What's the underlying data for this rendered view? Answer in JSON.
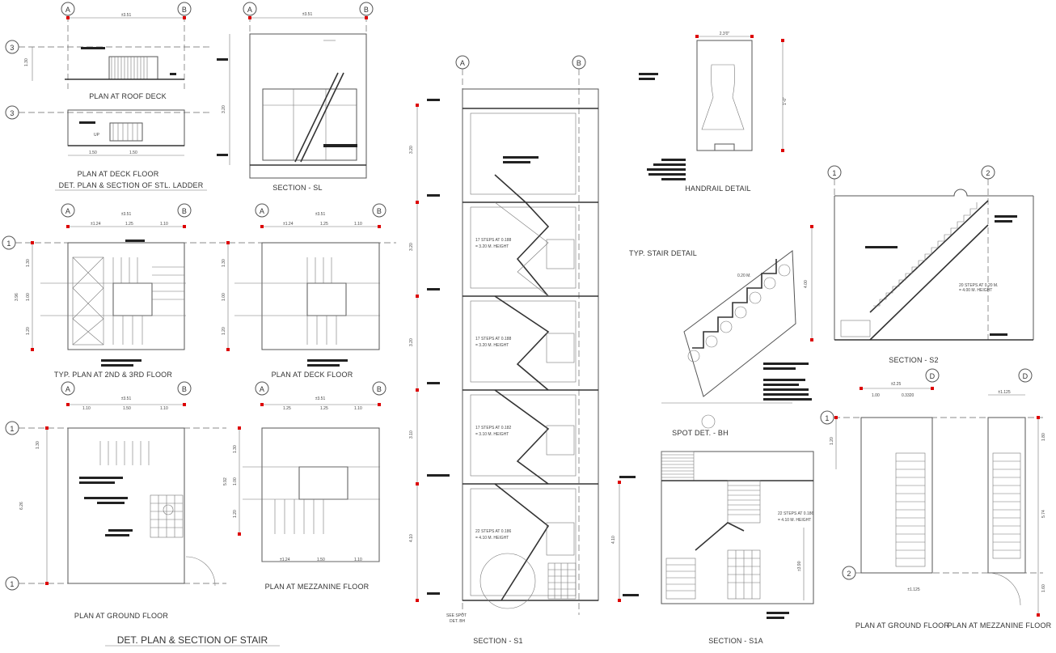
{
  "drawing_title": "DET. PLAN & SECTION OF STAIR",
  "grid_labels": {
    "a": "A",
    "b": "B",
    "d": "D",
    "one": "1",
    "two": "2",
    "three": "3"
  },
  "views": {
    "plan_roof_deck": "PLAN AT ROOF DECK",
    "plan_deck_floor_top": "PLAN AT DECK FLOOR",
    "ladder_caption": "DET. PLAN & SECTION OF STL. LADDER",
    "section_sl": "SECTION - SL",
    "typ_plan": "TYP. PLAN AT 2ND & 3RD FLOOR",
    "plan_deck_floor": "PLAN AT DECK FLOOR",
    "plan_ground_floor": "PLAN AT GROUND FLOOR",
    "plan_mezzanine_floor": "PLAN AT MEZZANINE FLOOR",
    "section_s1": "SECTION - S1",
    "section_s1a": "SECTION - S1A",
    "handrail_detail": "HANDRAIL DETAIL",
    "typ_stair_detail": "TYP. STAIR DETAIL",
    "spot_det": "SPOT DET. - BH",
    "section_s2": "SECTION - S2",
    "plan_ground_right": "PLAN AT GROUND FLOOR",
    "plan_mezz_right": "PLAN AT MEZZANINE FLOOR"
  },
  "notes": {
    "steps_1": "17 STEPS AT 0.188",
    "height_1": "= 3.20 M. HEIGHT",
    "steps_2": "17 STEPS AT 0.188",
    "height_2": "= 3.20 M. HEIGHT",
    "steps_3": "17 STEPS AT 0.182",
    "height_3": "= 3.10 M. HEIGHT",
    "steps_4": "22 STEPS AT 0.186",
    "height_4": "= 4.10 M. HEIGHT",
    "steps_s1a": "22 STEPS AT 0.186",
    "height_s1a": "= 4.10 M. HEIGHT",
    "steps_s2": "20 STEPS AT 0.20 M.",
    "height_s2": "= 4.00 M. HEIGHT",
    "see_spot": "SEE SPOT",
    "det_bh": "DET. BH",
    "up": "UP"
  },
  "dimensions": {
    "overall": "±3.51",
    "d_124": "±1.24",
    "d_125": "1.25",
    "d_110": "1.10",
    "d_150": "1.50",
    "d_ladder": "1.50",
    "d_100": "1.00",
    "d_130": "1.30",
    "d_120": "1.20",
    "d_320": "3.20",
    "d_310": "3.10",
    "d_410": "4.10",
    "d_400": "4.00",
    "d_396": "3.96",
    "d_592": "5.92",
    "d_626": "6.26",
    "d_225": "±2.25",
    "d_03320": "0.3320",
    "d_1125": "±1.125",
    "d_020": "0.20 M.",
    "d_hr_w": "2.3'0\"",
    "d_hr_h": "1'-0\"",
    "d_574": "5.74",
    "d_160": "1.60",
    "d_180": "1.80",
    "d_3_90": "±3.90"
  }
}
